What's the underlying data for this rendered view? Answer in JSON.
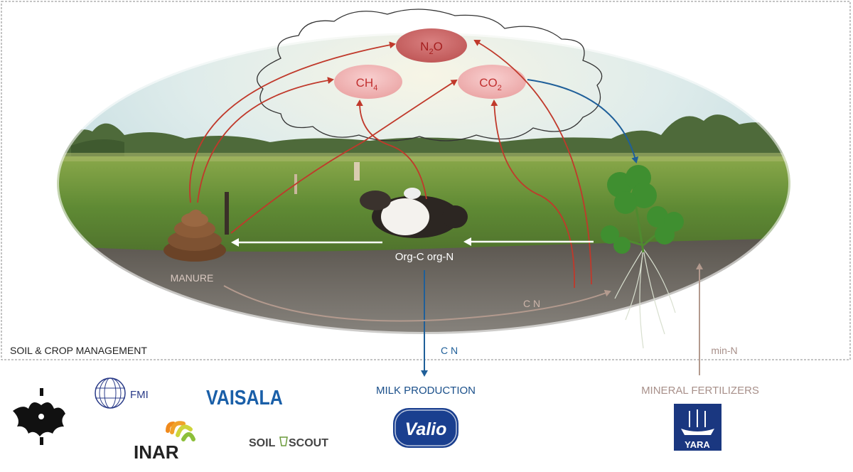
{
  "section_label": "SOIL & CROP MANAGEMENT",
  "gases": {
    "n2o": {
      "base": "N",
      "sub1": "2",
      "tail": "O"
    },
    "ch4": {
      "base": "CH",
      "sub": "4"
    },
    "co2": {
      "base": "CO",
      "sub": "2"
    }
  },
  "labels": {
    "manure": "MANURE",
    "org": "Org-C org-N",
    "cn_soil": "C  N",
    "cn_milk": "C  N",
    "min_n": "min-N",
    "milk_production": "MILK PRODUCTION",
    "mineral_fertilizers": "MINERAL FERTILIZERS"
  },
  "logos": {
    "fmi": "FMI",
    "vaisala": "VAISALA",
    "inar": "INAR",
    "soilscout_a": "SOIL",
    "soilscout_b": "SCOUT",
    "valio": "Valio",
    "yara": "YARA"
  },
  "colors": {
    "red_arrow": "#c0392b",
    "blue_arrow": "#1f5f99",
    "tan_arrow": "#b39a8e",
    "n2o_fill": "#c86464",
    "ch4_fill": "#f0b4b4",
    "co2_fill": "#f0b4b4",
    "gas_text": "#c23030",
    "valio_blue": "#1a3f8f",
    "yara_blue": "#1a3780",
    "vaisala_blue": "#1a5fa8"
  }
}
